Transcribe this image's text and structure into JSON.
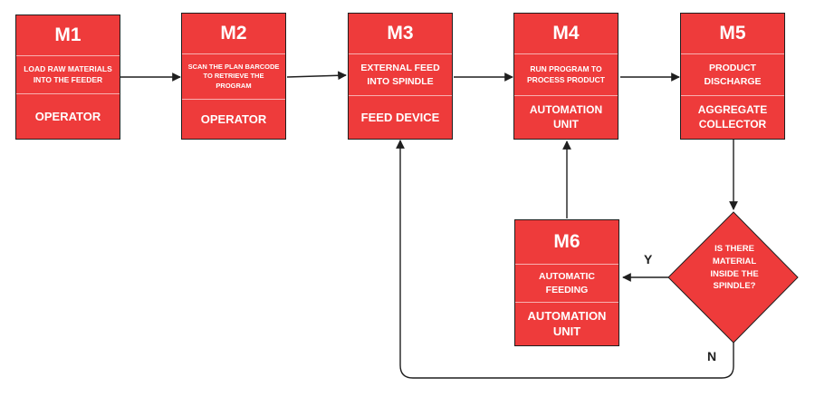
{
  "colors": {
    "node_fill": "#ee3b3b",
    "line": "#1f1f1f"
  },
  "nodes": {
    "m1": {
      "id": "M1",
      "desc": "LOAD RAW MATERIALS\nINTO THE FEEDER",
      "role": "OPERATOR"
    },
    "m2": {
      "id": "M2",
      "desc": "SCAN THE PLAN BARCODE\nTO RETRIEVE THE\nPROGRAM",
      "role": "OPERATOR"
    },
    "m3": {
      "id": "M3",
      "desc": "EXTERNAL FEED\nINTO SPINDLE",
      "role": "FEED DEVICE"
    },
    "m4": {
      "id": "M4",
      "desc": "RUN PROGRAM TO\nPROCESS PRODUCT",
      "role": "AUTOMATION\nUNIT"
    },
    "m5": {
      "id": "M5",
      "desc": "PRODUCT\nDISCHARGE",
      "role": "AGGREGATE\nCOLLECTOR"
    },
    "m6": {
      "id": "M6",
      "desc": "AUTOMATIC\nFEEDING",
      "role": "AUTOMATION\nUNIT"
    }
  },
  "decision": {
    "text": "IS THERE\nMATERIAL\nINSIDE THE\nSPINDLE?",
    "yes_label": "Y",
    "no_label": "N"
  }
}
